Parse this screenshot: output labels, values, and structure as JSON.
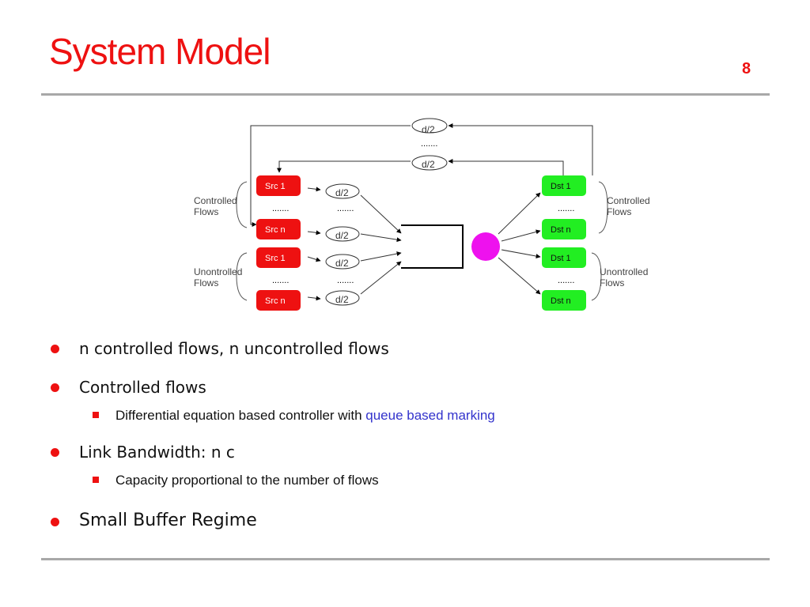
{
  "slide": {
    "title": "System Model",
    "page_number": "8"
  },
  "diagram": {
    "delay_label": "d/2",
    "dots": ".......",
    "sources": [
      "Src 1",
      "Src n",
      "Src 1",
      "Src n"
    ],
    "destinations": [
      "Dst 1",
      "Dst n",
      "Dst 1",
      "Dst n"
    ],
    "left_groups": [
      {
        "line1": "Controlled",
        "line2": "Flows"
      },
      {
        "line1": "Unontrolled",
        "line2": "Flows"
      }
    ],
    "right_groups": [
      {
        "line1": "Controlled",
        "line2": "Flows"
      },
      {
        "line1": "Unontrolled",
        "line2": "Flows"
      }
    ],
    "colors": {
      "source": "#ee1111",
      "destination": "#22ee22",
      "router": "#ee11ee"
    }
  },
  "bullets": {
    "item1": "n controlled flows, n uncontrolled flows",
    "item2": "Controlled flows",
    "item2_sub_text": "Differential equation based controller with ",
    "item2_sub_link": "queue based marking",
    "item3": "Link Bandwidth: n c",
    "item3_sub": "Capacity proportional to the number of flows",
    "item4": "Small Buffer Regime"
  }
}
